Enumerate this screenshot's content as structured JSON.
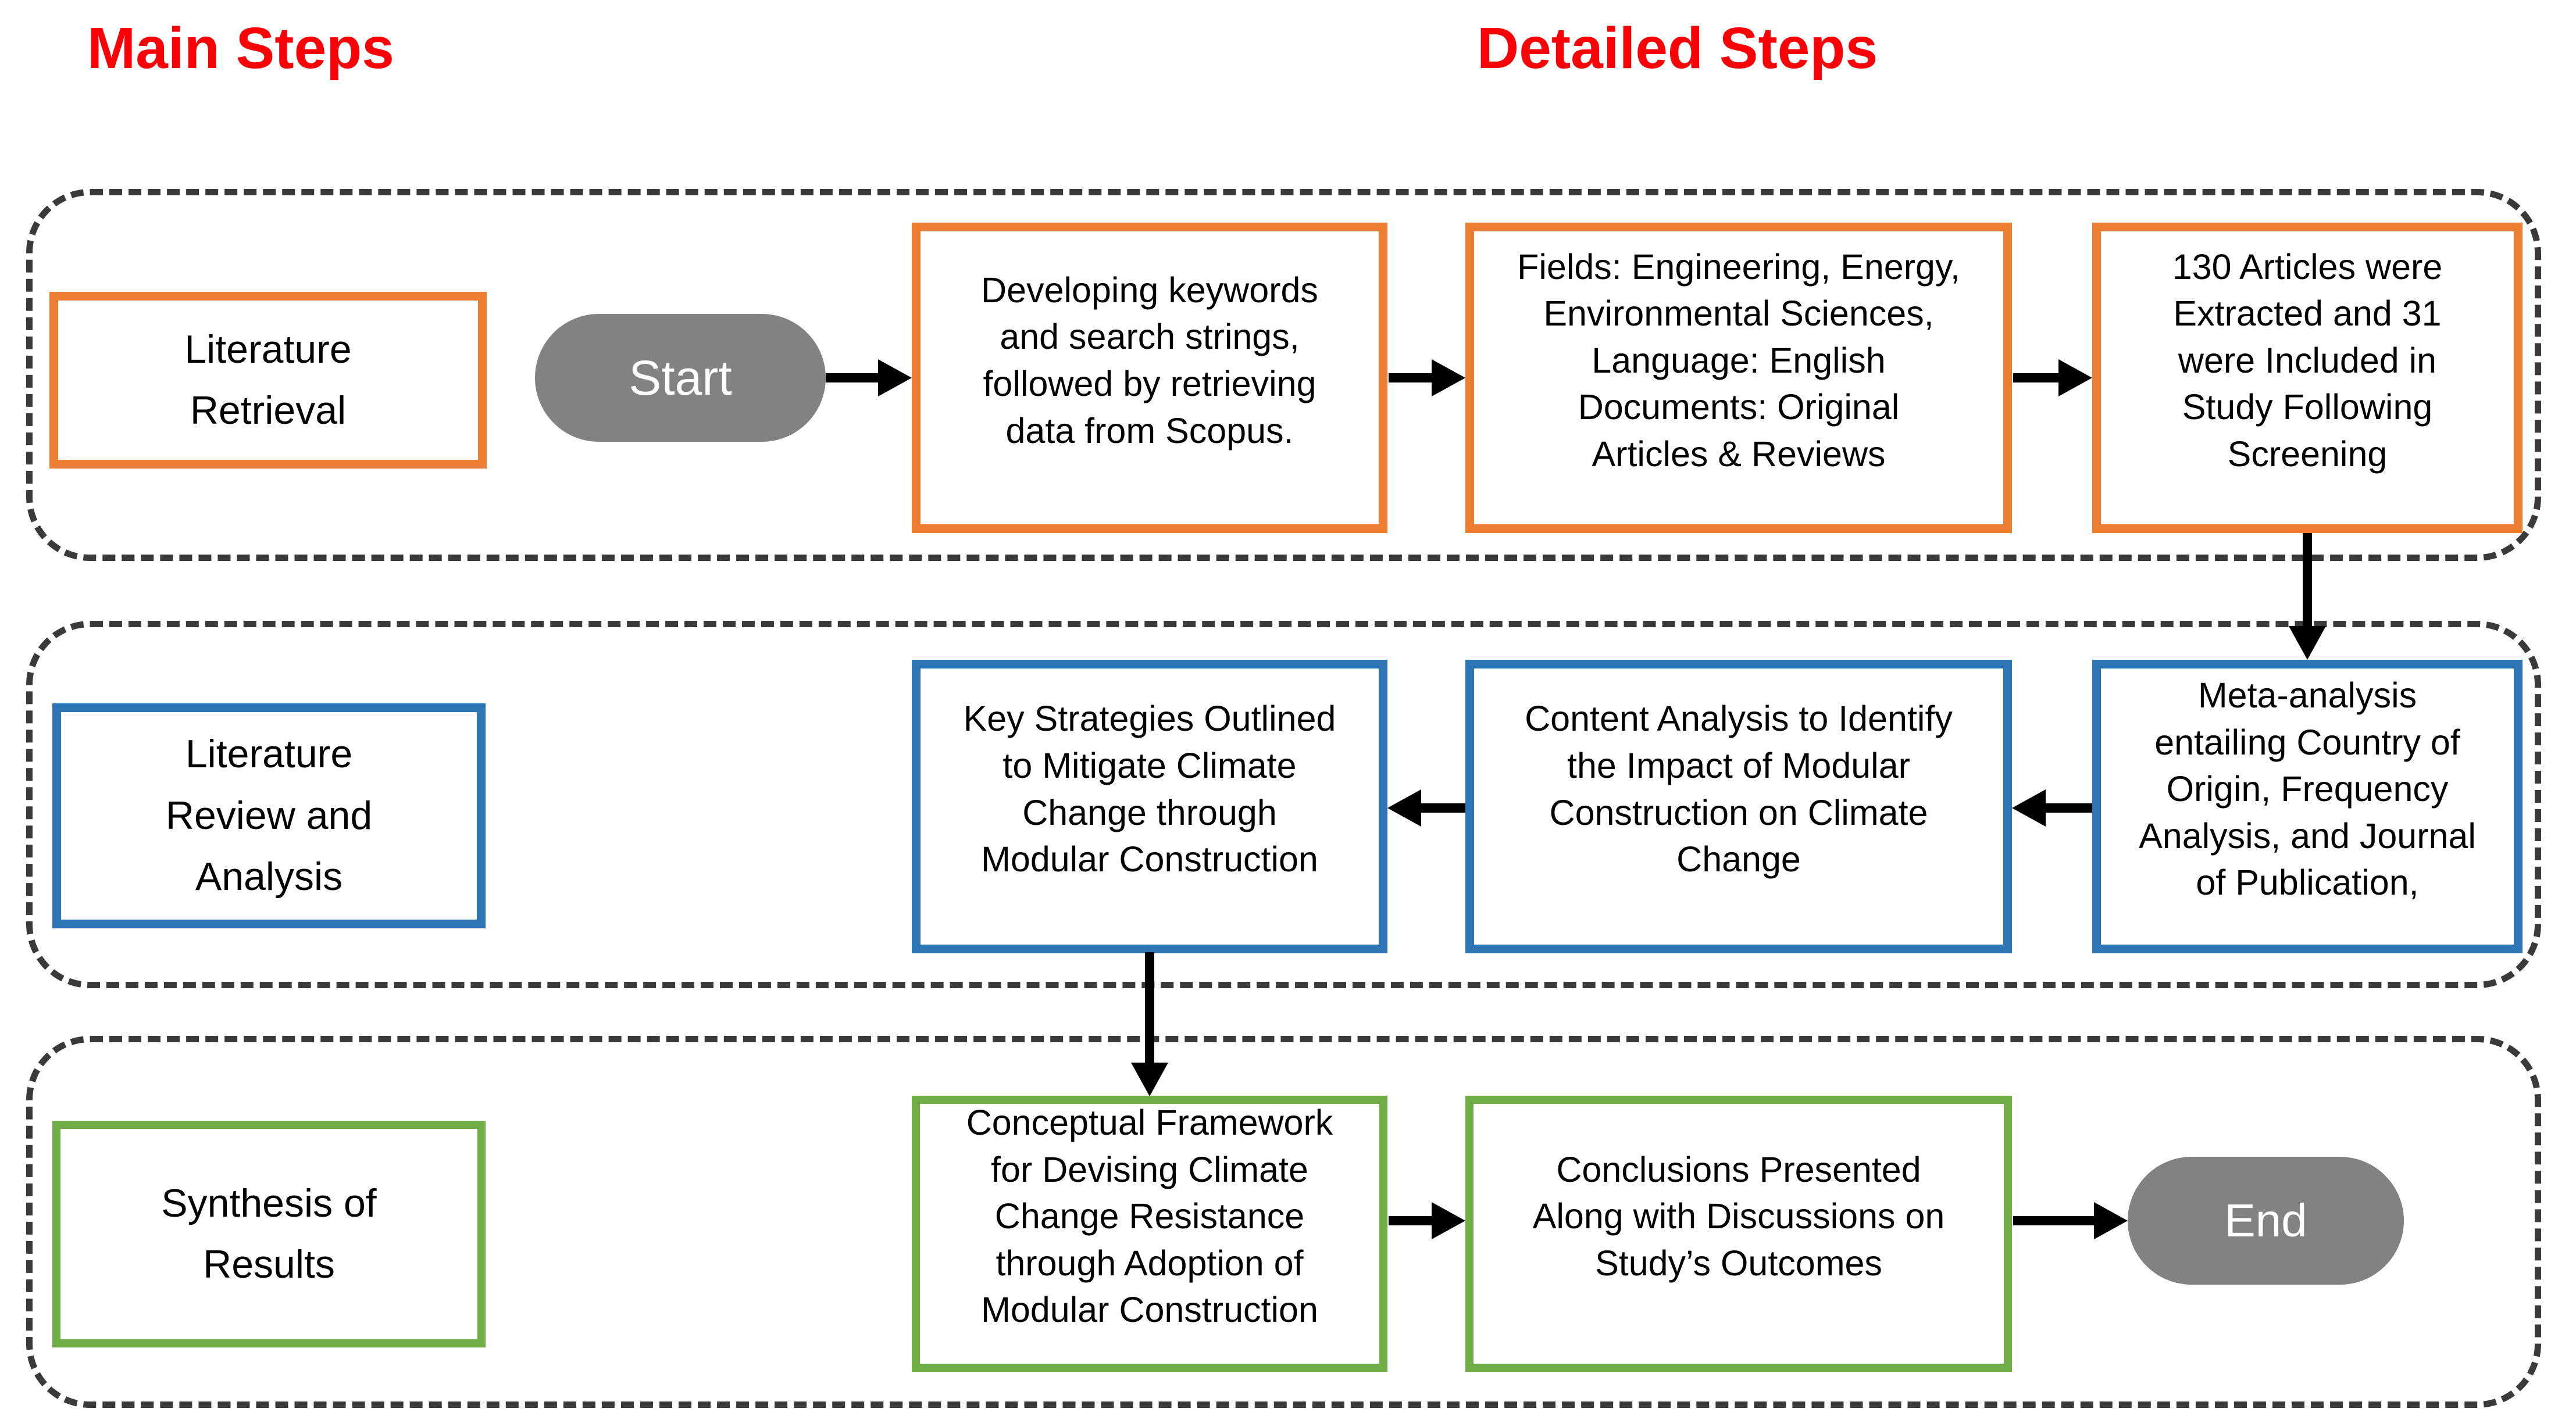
{
  "headers": {
    "main": "Main Steps",
    "detailed": "Detailed Steps"
  },
  "row1": {
    "label": "Literature\nRetrieval",
    "terminator": "Start",
    "keywords": "Developing keywords\nand search strings,\nfollowed by retrieving\ndata from Scopus.",
    "fields": "Fields: Engineering, Energy,\nEnvironmental Sciences,\nLanguage: English\nDocuments: Original\nArticles & Reviews",
    "articles": "130 Articles were\nExtracted and 31\nwere Included in\nStudy Following\nScreening"
  },
  "row2": {
    "label": "Literature\nReview and\nAnalysis",
    "key_strategies": "Key Strategies Outlined\nto Mitigate Climate\nChange through\nModular Construction",
    "content_analysis": "Content Analysis to Identify\nthe Impact of Modular\nConstruction on Climate\nChange",
    "meta_analysis": "Meta-analysis\nentailing Country of\nOrigin, Frequency\nAnalysis, and Journal\nof Publication,"
  },
  "row3": {
    "label": "Synthesis of\nResults",
    "conceptual": "Conceptual Framework\nfor Devising Climate\nChange Resistance\nthrough Adoption of\nModular Construction",
    "conclusions": "Conclusions Presented\nAlong with Discussions on\nStudy’s Outcomes",
    "terminator": "End"
  },
  "colors": {
    "red": "#FB0007",
    "orange": "#ED7D31",
    "blue": "#2E75B6",
    "green": "#70AD47",
    "gray": "#828282",
    "dash": "#3A3A3A",
    "arrow": "#000000"
  }
}
